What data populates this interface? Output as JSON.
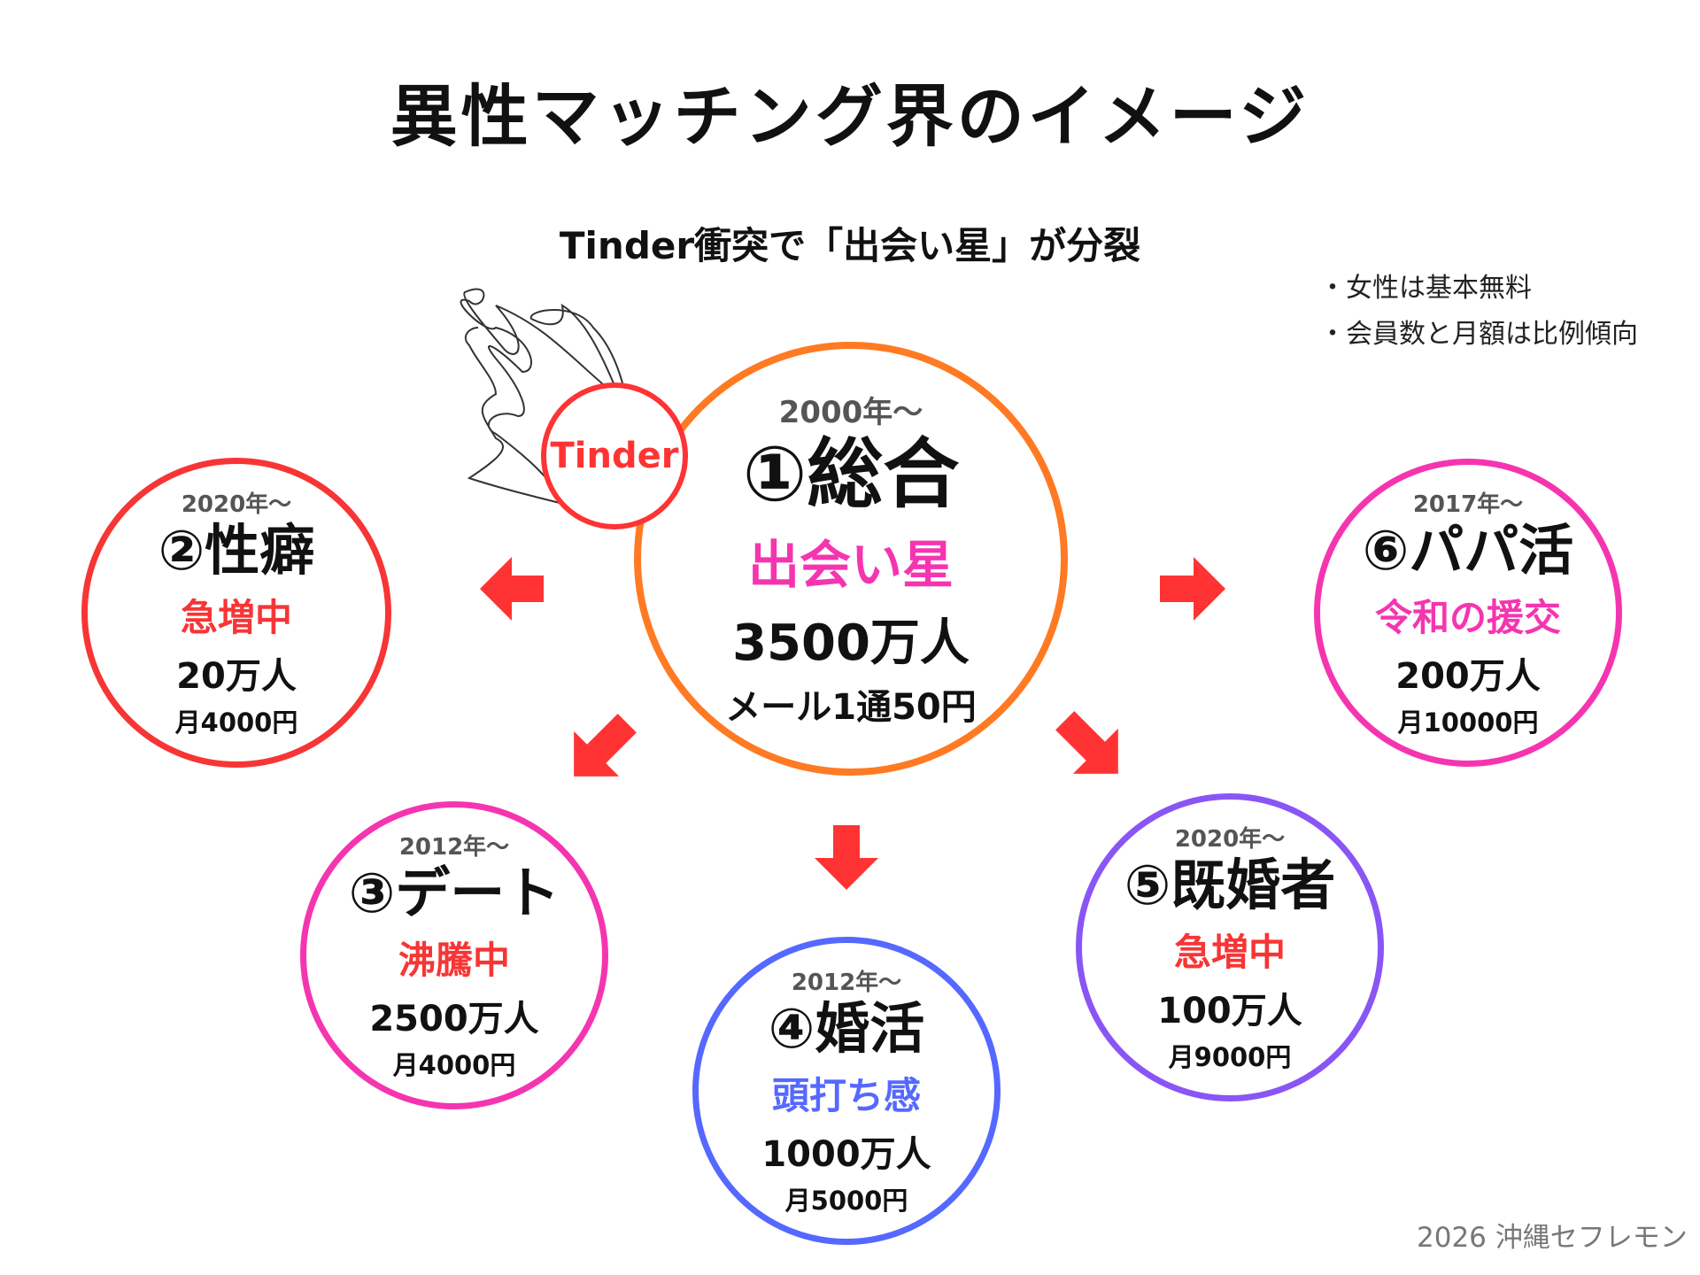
{
  "title": "異性マッチング界のイメージ",
  "subtitle": "Tinder衝突で「出会い星」が分裂",
  "notes": [
    "・女性は基本無料",
    "・会員数と月額は比例傾向"
  ],
  "footer": "2026 沖縄セフレモン",
  "tinder": "Tinder",
  "colors": {
    "orange": "#ff7a22",
    "red": "#f73535",
    "pink": "#f535b0",
    "blue": "#5568ff",
    "purple": "#8a55f5"
  },
  "circles": {
    "main": {
      "year": "2000年～",
      "name": "①総合",
      "tag": "出会い星",
      "count": "3500万人",
      "price": "メール1通50円"
    },
    "c2": {
      "year": "2020年～",
      "name": "②性癖",
      "tag": "急増中",
      "count": "20万人",
      "price": "月4000円"
    },
    "c3": {
      "year": "2012年～",
      "name": "③デート",
      "tag": "沸騰中",
      "count": "2500万人",
      "price": "月4000円"
    },
    "c4": {
      "year": "2012年～",
      "name": "④婚活",
      "tag": "頭打ち感",
      "count": "1000万人",
      "price": "月5000円"
    },
    "c5": {
      "year": "2020年～",
      "name": "⑤既婚者",
      "tag": "急増中",
      "count": "100万人",
      "price": "月9000円"
    },
    "c6": {
      "year": "2017年～",
      "name": "⑥パパ活",
      "tag": "令和の援交",
      "count": "200万人",
      "price": "月10000円"
    }
  }
}
